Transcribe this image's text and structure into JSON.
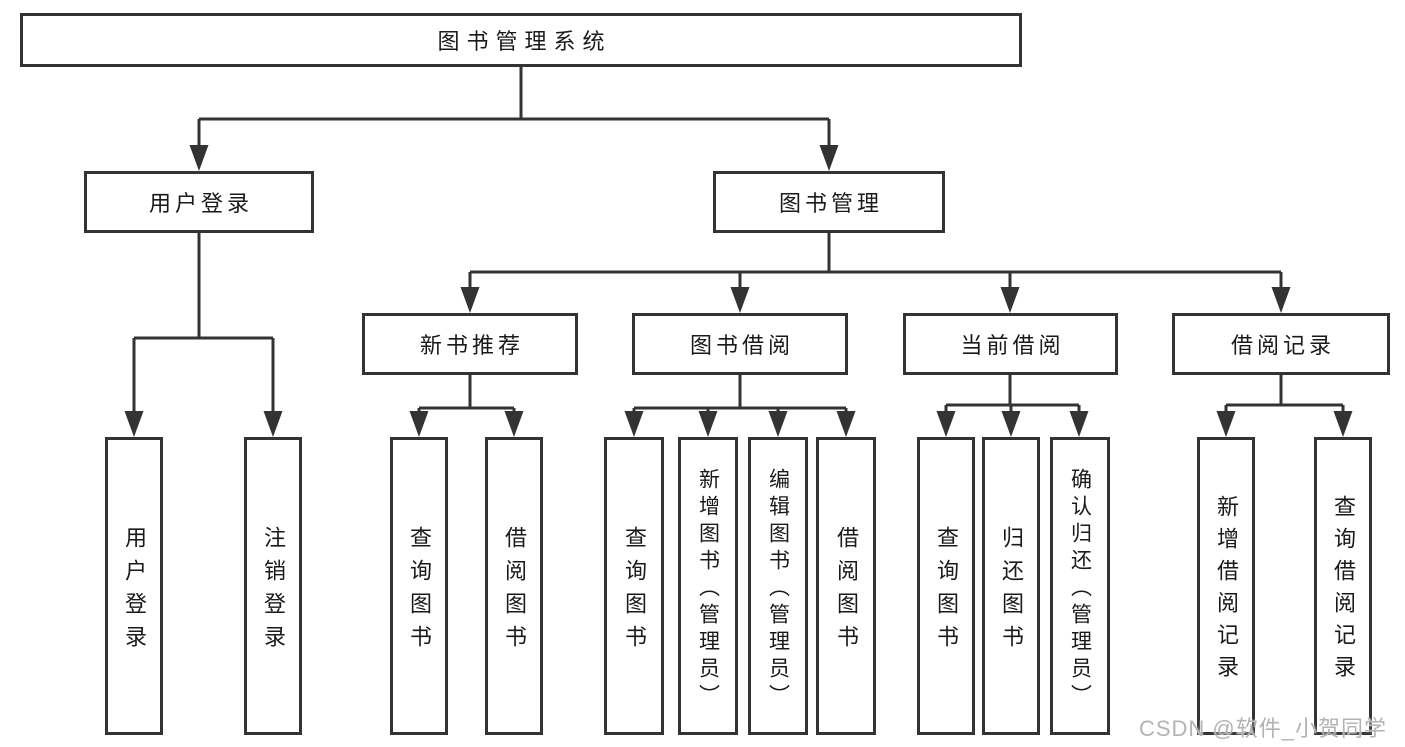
{
  "diagram": {
    "title": "图书管理系统",
    "watermark": "CSDN @软件_小贺同学",
    "colors": {
      "line": "#333333",
      "text": "#1a1a1a",
      "watermark": "#b3b3b3",
      "canvas": "#ffffff"
    },
    "nodes": {
      "root": "图书管理系统",
      "user_login": "用户登录",
      "book_management": "图书管理",
      "new_book_recommend": "新书推荐",
      "book_borrowing": "图书借阅",
      "current_borrowing": "当前借阅",
      "borrowing_records": "借阅记录",
      "leaf_user_login": "用户登录",
      "leaf_logout": "注销登录",
      "leaf_rec_query_books": "查询图书",
      "leaf_rec_borrow_books": "借阅图书",
      "leaf_bb_query_books": "查询图书",
      "leaf_bb_add_books": "新增图书（管理员）",
      "leaf_bb_edit_books": "编辑图书（管理员）",
      "leaf_bb_borrow_books": "借阅图书",
      "leaf_cb_query_books": "查询图书",
      "leaf_cb_return_books": "归还图书",
      "leaf_cb_confirm_return": "确认归还（管理员）",
      "leaf_br_add_record": "新增借阅记录",
      "leaf_br_query_record": "查询借阅记录"
    },
    "hierarchy": {
      "图书管理系统": {
        "用户登录": [
          "用户登录",
          "注销登录"
        ],
        "图书管理": {
          "新书推荐": [
            "查询图书",
            "借阅图书"
          ],
          "图书借阅": [
            "查询图书",
            "新增图书（管理员）",
            "编辑图书（管理员）",
            "借阅图书"
          ],
          "当前借阅": [
            "查询图书",
            "归还图书",
            "确认归还（管理员）"
          ],
          "借阅记录": [
            "新增借阅记录",
            "查询借阅记录"
          ]
        }
      }
    }
  }
}
